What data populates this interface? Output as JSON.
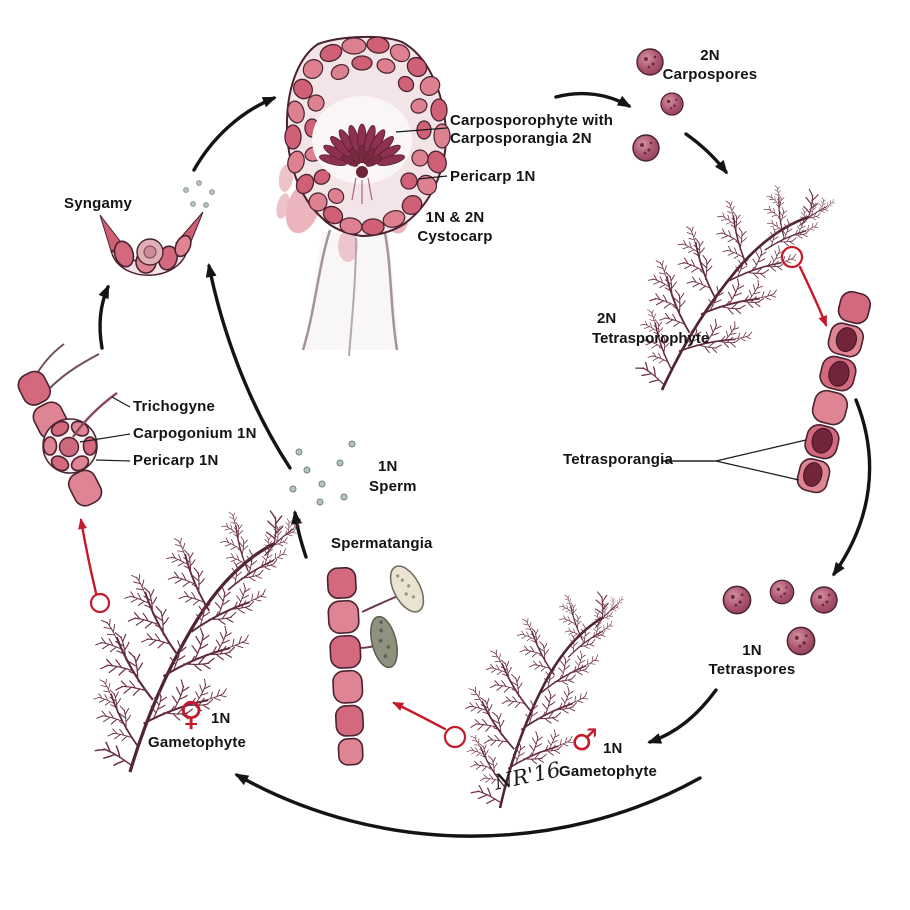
{
  "figure": {
    "signature": "NR'16"
  },
  "stages": {
    "syngamy": {
      "label": "Syngamy"
    },
    "cystocarp": {
      "callout_carposporophyte_line1": "Carposporophyte with",
      "callout_carposporophyte_line2": "Carposporangia 2N",
      "callout_pericarp": "Pericarp 1N",
      "caption_line1": "1N & 2N",
      "caption_line2": "Cystocarp"
    },
    "carpospores": {
      "ploidy": "2N",
      "label": "Carpospores",
      "count": 3
    },
    "tetrasporophyte": {
      "ploidy": "2N",
      "label": "Tetrasporophyte"
    },
    "tetrasporangia": {
      "label": "Tetrasporangia"
    },
    "tetraspores": {
      "ploidy": "1N",
      "label": "Tetraspores",
      "count": 4
    },
    "male_gametophyte": {
      "symbol": "♂",
      "ploidy": "1N",
      "label": "Gametophyte"
    },
    "spermatangia": {
      "label": "Spermatangia"
    },
    "sperm": {
      "ploidy": "1N",
      "label": "Sperm"
    },
    "female_gametophyte": {
      "symbol": "♀",
      "ploidy": "1N",
      "label": "Gametophyte"
    },
    "carpogonium_detail": {
      "label_trichogyne": "Trichogyne",
      "label_carpogonium": "Carpogonium 1N",
      "label_pericarp": "Pericarp 1N"
    }
  },
  "colors": {
    "arrow_black": "#141414",
    "accent_red": "#c51a2b",
    "alga_dark": "#4f2433",
    "cell_pink": "#d4697d",
    "sporangium_dark": "#72243a"
  }
}
